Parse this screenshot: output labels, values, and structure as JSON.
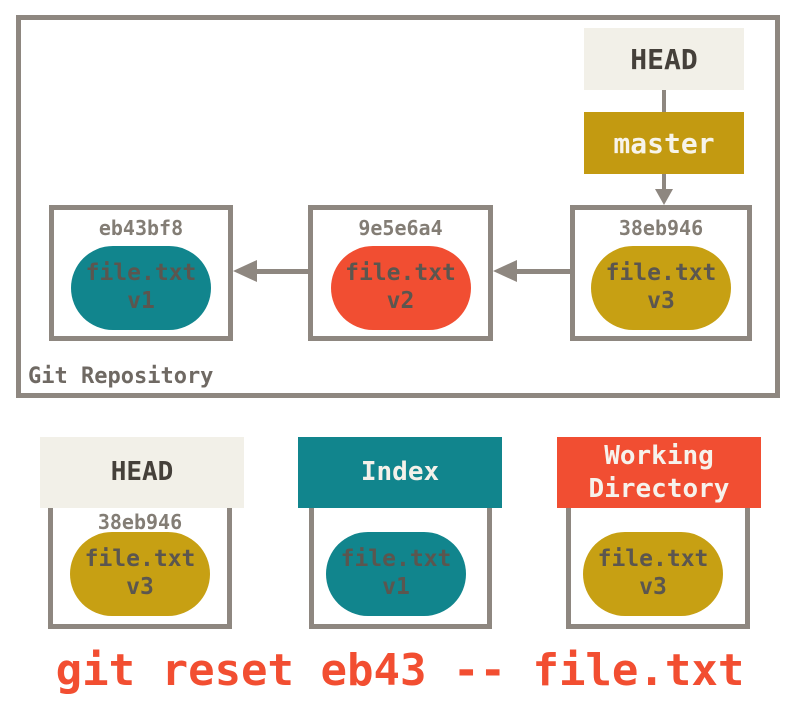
{
  "colors": {
    "gold": "#c7a013",
    "branch_gold": "#c39a11",
    "teal": "#11858d",
    "orange_red": "#f14e32",
    "cream": "#f2f0e8",
    "border_gray": "#8e8780",
    "dark_text": "#45403a",
    "hash_text": "#837d75",
    "blob_text": "#5b564f"
  },
  "repository": {
    "label": "Git Repository",
    "head": {
      "label": "HEAD"
    },
    "branch": {
      "label": "master"
    },
    "commits": [
      {
        "hash": "eb43bf8",
        "blob": {
          "file": "file.txt",
          "version": "v1"
        },
        "color": "teal"
      },
      {
        "hash": "9e5e6a4",
        "blob": {
          "file": "file.txt",
          "version": "v2"
        },
        "color": "orange"
      },
      {
        "hash": "38eb946",
        "blob": {
          "file": "file.txt",
          "version": "v3"
        },
        "color": "gold"
      }
    ]
  },
  "areas": {
    "head": {
      "title": "HEAD",
      "hash": "38eb946",
      "blob": {
        "file": "file.txt",
        "version": "v3"
      },
      "blob_color": "gold"
    },
    "index": {
      "title": "Index",
      "blob": {
        "file": "file.txt",
        "version": "v1"
      },
      "blob_color": "teal"
    },
    "working_directory": {
      "title": "Working Directory",
      "blob": {
        "file": "file.txt",
        "version": "v3"
      },
      "blob_color": "gold"
    }
  },
  "command": "git reset eb43 -- file.txt"
}
